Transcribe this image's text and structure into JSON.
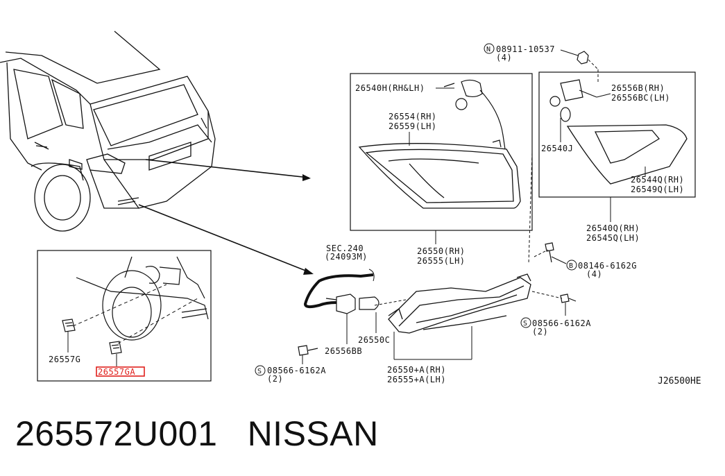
{
  "labels": {
    "p08911": "08911-10537",
    "p08911_qty": "(4)",
    "p26540H": "26540H(RH&LH)",
    "p26554": "26554(RH)",
    "p26559": "26559(LH)",
    "p26556B": "26556B(RH)",
    "p26556BC": "26556BC(LH)",
    "p26540J": "26540J",
    "p26544Q": "26544Q(RH)",
    "p26549Q": "26549Q(LH)",
    "p26540Q": "26540Q(RH)",
    "p26545Q": "26545Q(LH)",
    "p26550": "26550(RH)",
    "p26555": "26555(LH)",
    "sec240": "SEC.240",
    "sec240_code": "(24093M)",
    "p08146": "08146-6162G",
    "p08146_qty": "(4)",
    "p08566_right": "08566-6162A",
    "p08566_right_qty": "(2)",
    "p26550C": "26550C",
    "p26556BB": "26556BB",
    "p26550A": "26550+A(RH)",
    "p26555A": "26555+A(LH)",
    "p08566_left": "08566-6162A",
    "p08566_left_qty": "(2)",
    "p26557G": "26557G",
    "p26557GA": "26557GA"
  },
  "circled": {
    "n": "N",
    "b": "B",
    "s": "S"
  },
  "reference_code": "J26500HE",
  "caption": {
    "part_number": "265572U001",
    "brand": "NISSAN"
  },
  "highlight_color": "#e0201c"
}
